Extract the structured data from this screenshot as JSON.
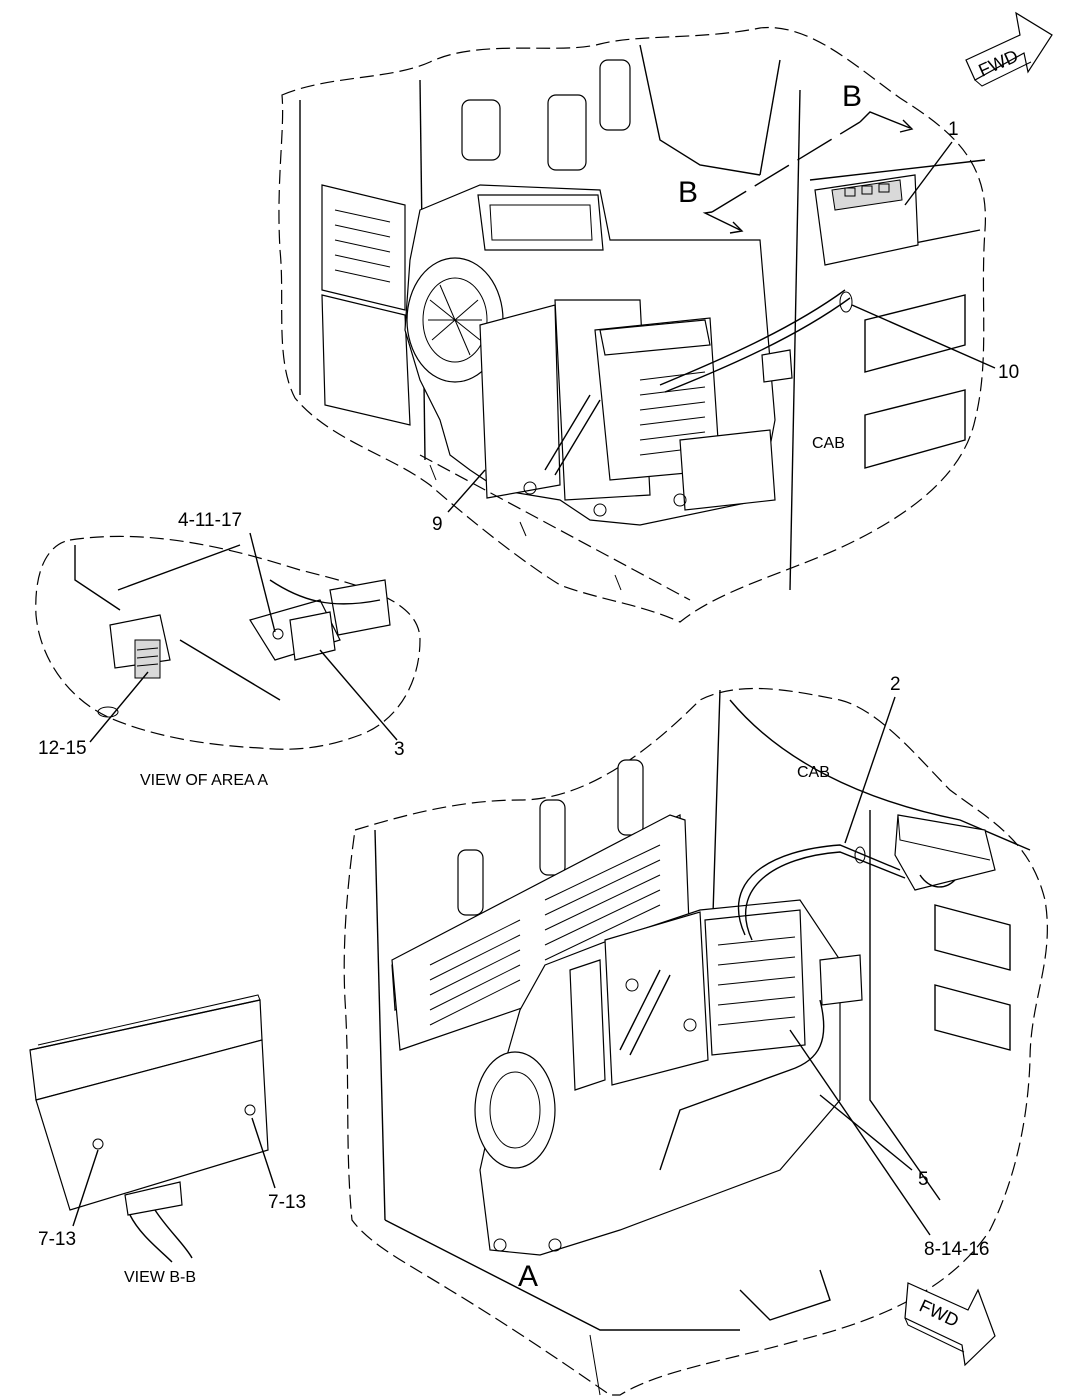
{
  "callouts": {
    "c1": "1",
    "c10": "10",
    "c9": "9",
    "c4_11_17": "4-11-17",
    "c12_15": "12-15",
    "c3": "3",
    "c2": "2",
    "c5": "5",
    "c8_14_16": "8-14-16",
    "c7_13_right": "7-13",
    "c7_13_left": "7-13"
  },
  "labels": {
    "cab_top": "CAB",
    "cab_bottom": "CAB",
    "section_b_upper": "B",
    "section_b_lower": "B",
    "area_a": "A",
    "fwd_top": "FWD",
    "fwd_bottom": "FWD"
  },
  "captions": {
    "view_area_a": "VIEW OF AREA A",
    "view_b_b": "VIEW B-B"
  }
}
